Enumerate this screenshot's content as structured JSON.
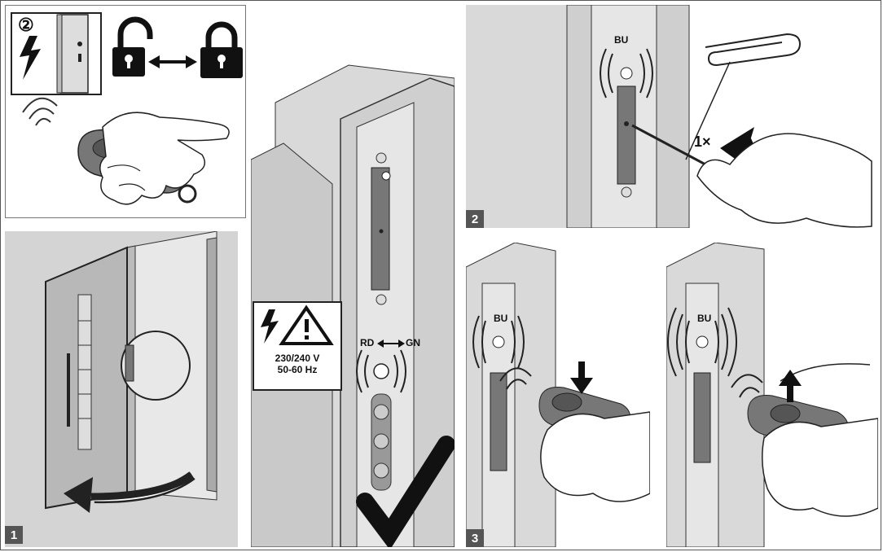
{
  "steps": {
    "s1": "1",
    "s2": "2",
    "s3": "3"
  },
  "inset": {
    "circled_number": "②"
  },
  "warning": {
    "voltage": "230/240 V",
    "frequency": "50-60 Hz"
  },
  "led_labels": {
    "red": "RD",
    "green": "GN",
    "blue": "BU"
  },
  "press_count": "1×",
  "colors": {
    "frame": "#555555",
    "wall": "#d6d6d6",
    "metal": "#c8c8c8",
    "dark": "#6a6a6a",
    "remote": "#7a7a7a"
  },
  "icons": [
    "lightning-icon",
    "lock-open-icon",
    "lock-closed-icon",
    "double-arrow-icon",
    "warning-triangle-icon",
    "checkmark-icon",
    "paperclip-icon",
    "arrow-down-icon",
    "arrow-up-icon",
    "curved-arrow-icon",
    "door-icon",
    "remote-control-icon",
    "hand-icon"
  ]
}
